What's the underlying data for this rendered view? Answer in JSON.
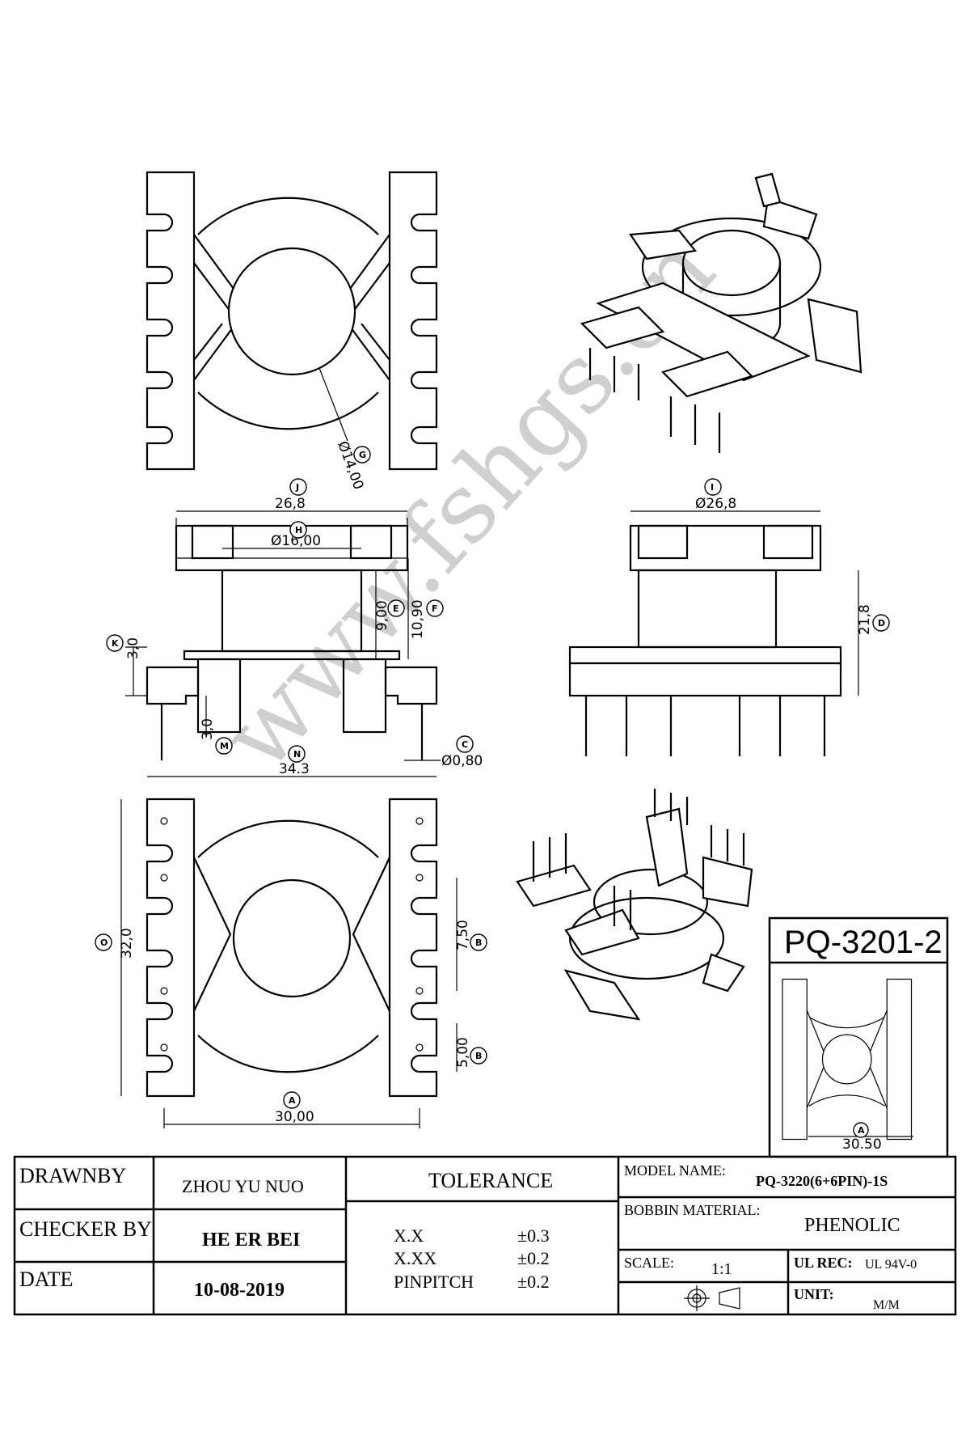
{
  "watermark": "www.fshgs.cn",
  "part_code": "PQ-3201-2",
  "dimensions": {
    "center_hole": "Ø14,00",
    "J": "26,8",
    "I": "Ø26,8",
    "H": "Ø16,00",
    "E": "9,00",
    "F": "10,90",
    "D": "21,8",
    "K": "3,0",
    "M": "3,0",
    "C": "Ø0,80",
    "N": "34.3",
    "O": "32,0",
    "B1": "7,50",
    "B2": "5,00",
    "A": "30,00",
    "A_small": "30.50"
  },
  "markers": {
    "G": "G",
    "J": "J",
    "I": "I",
    "H": "H",
    "E": "E",
    "F": "F",
    "D": "D",
    "K": "K",
    "M": "M",
    "C": "C",
    "N": "N",
    "O": "O",
    "B": "B",
    "A": "A"
  },
  "title_block": {
    "drawn_by_label": "DRAWNBY",
    "drawn_by_value": "ZHOU YU NUO",
    "checker_label": "CHECKER BY",
    "checker_value": "HE ER BEI",
    "date_label": "DATE",
    "date_value": "10-08-2019",
    "tolerance_label": "TOLERANCE",
    "tolerance_rows": [
      {
        "label": "X.X",
        "value": "±0.3"
      },
      {
        "label": "X.XX",
        "value": "±0.2"
      },
      {
        "label": "PINPITCH",
        "value": "±0.2"
      }
    ],
    "model_name_label": "MODEL NAME:",
    "model_name_value": "PQ-3220(6+6PIN)-1S",
    "bobbin_material_label": "BOBBIN MATERIAL:",
    "bobbin_material_value": "PHENOLIC",
    "scale_label": "SCALE:",
    "scale_value": "1:1",
    "ul_rec_label": "UL REC:",
    "ul_rec_value": "UL 94V-0",
    "unit_label": "UNIT:",
    "unit_value": "M/M"
  }
}
